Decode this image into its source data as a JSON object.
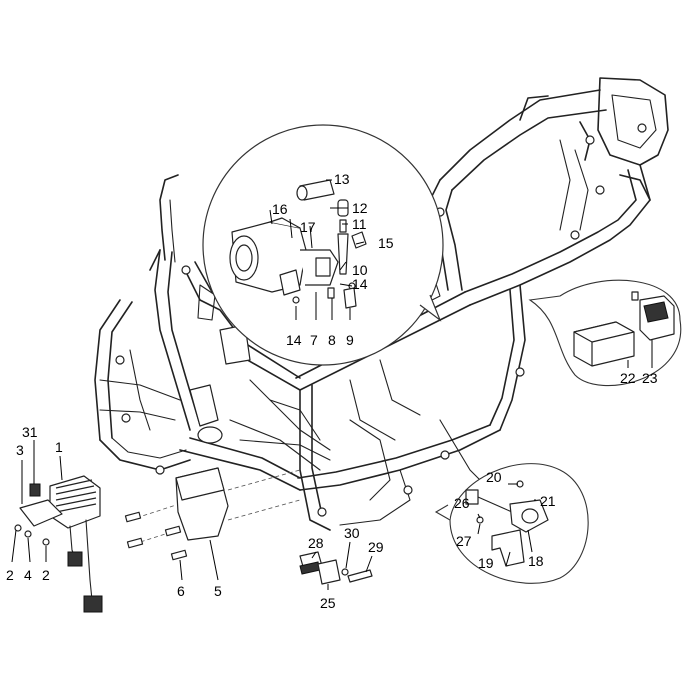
{
  "callouts": [
    {
      "id": "1",
      "label": "1"
    },
    {
      "id": "2a",
      "label": "2"
    },
    {
      "id": "2b",
      "label": "2"
    },
    {
      "id": "3",
      "label": "3"
    },
    {
      "id": "4",
      "label": "4"
    },
    {
      "id": "5",
      "label": "5"
    },
    {
      "id": "6",
      "label": "6"
    },
    {
      "id": "7",
      "label": "7"
    },
    {
      "id": "8",
      "label": "8"
    },
    {
      "id": "9",
      "label": "9"
    },
    {
      "id": "10",
      "label": "10"
    },
    {
      "id": "11",
      "label": "11"
    },
    {
      "id": "12",
      "label": "12"
    },
    {
      "id": "13",
      "label": "13"
    },
    {
      "id": "14a",
      "label": "14"
    },
    {
      "id": "14b",
      "label": "14"
    },
    {
      "id": "15",
      "label": "15"
    },
    {
      "id": "16",
      "label": "16"
    },
    {
      "id": "17",
      "label": "17"
    },
    {
      "id": "18",
      "label": "18"
    },
    {
      "id": "19",
      "label": "19"
    },
    {
      "id": "20",
      "label": "20"
    },
    {
      "id": "21",
      "label": "21"
    },
    {
      "id": "22",
      "label": "22"
    },
    {
      "id": "23",
      "label": "23"
    },
    {
      "id": "25",
      "label": "25"
    },
    {
      "id": "26",
      "label": "26"
    },
    {
      "id": "27",
      "label": "27"
    },
    {
      "id": "28",
      "label": "28"
    },
    {
      "id": "29",
      "label": "29"
    },
    {
      "id": "30",
      "label": "30"
    },
    {
      "id": "31",
      "label": "31"
    }
  ]
}
